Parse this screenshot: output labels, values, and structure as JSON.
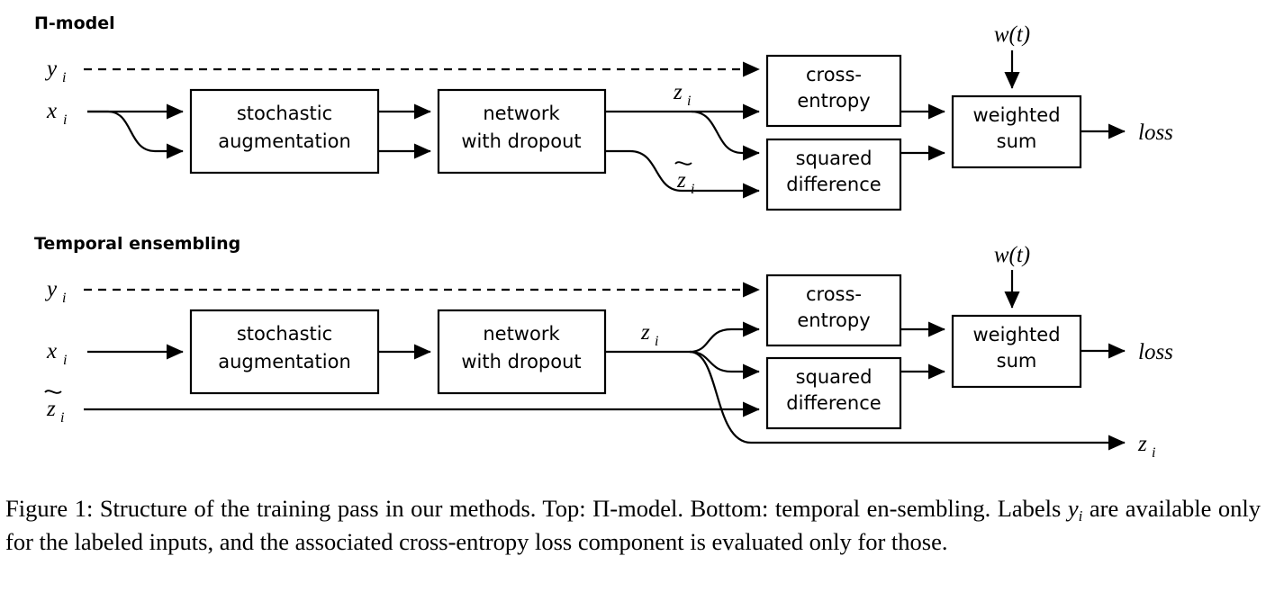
{
  "figure": {
    "number": "Figure 1",
    "caption_text": "Figure 1: Structure of the training pass in our methods. Top: Π-model. Bottom: temporal ensembling. Labels yi are available only for the labeled inputs, and the associated cross-entropy loss component is evaluated only for those.",
    "caption_parts": {
      "p1": "Figure 1: Structure of the training pass in our methods.  Top: Π-model.  Bottom: temporal en-sembling. Labels ",
      "var": "y",
      "var_sub": "i",
      "p2": " are available only for the labeled inputs, and the associated cross-entropy loss component is evaluated only for those."
    }
  },
  "diagrams": [
    {
      "id": "pi-model",
      "title": "Π-model",
      "inputs": [
        {
          "name": "label-input",
          "base": "y",
          "sub": "i",
          "style": "dashed"
        },
        {
          "name": "data-input",
          "base": "x",
          "sub": "i",
          "style": "solid"
        }
      ],
      "nodes": [
        {
          "id": "stochastic-augmentation",
          "line1": "stochastic",
          "line2": "augmentation"
        },
        {
          "id": "network-with-dropout",
          "line1": "network",
          "line2": "with dropout"
        },
        {
          "id": "cross-entropy",
          "line1": "cross-",
          "line2": "entropy"
        },
        {
          "id": "squared-difference",
          "line1": "squared",
          "line2": "difference"
        },
        {
          "id": "weighted-sum",
          "line1": "weighted",
          "line2": "sum"
        }
      ],
      "edge_labels": [
        {
          "name": "z-label",
          "base": "z",
          "sub": "i",
          "tilde": false
        },
        {
          "name": "z-tilde-label",
          "base": "z",
          "sub": "i",
          "tilde": true
        }
      ],
      "weight_label": "w(t)",
      "output_label": "loss"
    },
    {
      "id": "temporal-ensembling",
      "title": "Temporal ensembling",
      "inputs": [
        {
          "name": "label-input",
          "base": "y",
          "sub": "i",
          "style": "dashed",
          "tilde": false
        },
        {
          "name": "data-input",
          "base": "x",
          "sub": "i",
          "style": "solid",
          "tilde": false
        },
        {
          "name": "ensemble-target-input",
          "base": "z",
          "sub": "i",
          "style": "solid",
          "tilde": true
        }
      ],
      "nodes": [
        {
          "id": "stochastic-augmentation",
          "line1": "stochastic",
          "line2": "augmentation"
        },
        {
          "id": "network-with-dropout",
          "line1": "network",
          "line2": "with dropout"
        },
        {
          "id": "cross-entropy",
          "line1": "cross-",
          "line2": "entropy"
        },
        {
          "id": "squared-difference",
          "line1": "squared",
          "line2": "difference"
        },
        {
          "id": "weighted-sum",
          "line1": "weighted",
          "line2": "sum"
        }
      ],
      "edge_labels": [
        {
          "name": "z-label",
          "base": "z",
          "sub": "i",
          "tilde": false
        }
      ],
      "weight_label": "w(t)",
      "output_label": "loss",
      "output_label_2": {
        "base": "z",
        "sub": "i"
      }
    }
  ],
  "colors": {
    "stroke": "#000000",
    "background": "#ffffff",
    "text": "#000000"
  }
}
